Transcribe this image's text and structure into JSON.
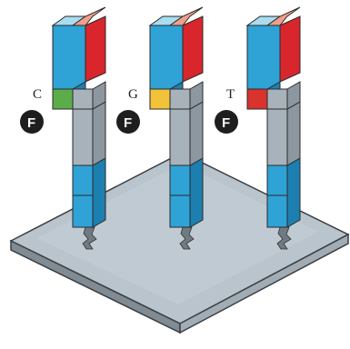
{
  "columns": [
    {
      "id": "c",
      "base_label": "C",
      "marker_label": "F",
      "tag_color": "#5cad4a",
      "tag_color_side": "#3e8a33"
    },
    {
      "id": "g",
      "base_label": "G",
      "marker_label": "F",
      "tag_color": "#f2c23a",
      "tag_color_side": "#d49f1d"
    },
    {
      "id": "t",
      "base_label": "T",
      "marker_label": "F",
      "tag_color": "#d8332c",
      "tag_color_side": "#b0241f"
    }
  ],
  "colors": {
    "plate_top": "#b9c4cc",
    "plate_left": "#808b93",
    "plate_right": "#9aa5ad",
    "cyan_front": "#2fa3d6",
    "cyan_top": "#a9dcef",
    "red_side": "#d8262c",
    "salmon_top": "#f0a08a",
    "gray_front": "#a7b2ba",
    "gray_side": "#8d979f",
    "marker_fill": "#1e1e1e"
  }
}
